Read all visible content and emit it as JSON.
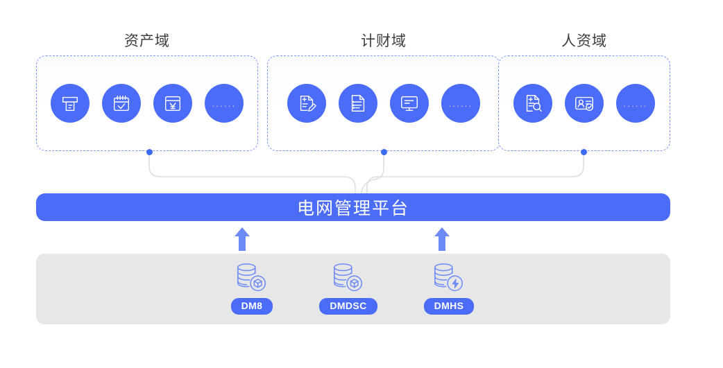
{
  "diagram": {
    "type": "architecture-diagram",
    "background_color": "#ffffff",
    "accent_color": "#4a6cf7",
    "dashed_border_color": "#7b95f5",
    "panel_color": "#e7e7e7",
    "connector_color": "#dcdcdc"
  },
  "domains": [
    {
      "title": "资产域",
      "icons": [
        {
          "name": "receipt-printer-icon",
          "label": "receipt-printer"
        },
        {
          "name": "calendar-check-icon",
          "label": "calendar-check"
        },
        {
          "name": "yuan-window-icon",
          "label": "yuan-window"
        },
        {
          "name": "ellipsis-icon",
          "label": "......"
        }
      ]
    },
    {
      "title": "计财域",
      "icons": [
        {
          "name": "document-edit-icon",
          "label": "document-edit"
        },
        {
          "name": "document-list-icon",
          "label": "document-list"
        },
        {
          "name": "monitor-report-icon",
          "label": "monitor-report"
        },
        {
          "name": "ellipsis-icon",
          "label": "......"
        }
      ]
    },
    {
      "title": "人资域",
      "icons": [
        {
          "name": "document-search-icon",
          "label": "document-search"
        },
        {
          "name": "id-card-check-icon",
          "label": "id-card-check"
        },
        {
          "name": "ellipsis-icon",
          "label": "......"
        }
      ]
    }
  ],
  "platform": {
    "label": "电网管理平台"
  },
  "databases": [
    {
      "label": "DM8",
      "icon": "database-cube-icon"
    },
    {
      "label": "DMDSC",
      "icon": "database-cube-icon"
    },
    {
      "label": "DMHS",
      "icon": "database-lightning-icon"
    }
  ],
  "ellipsis_text": "......"
}
